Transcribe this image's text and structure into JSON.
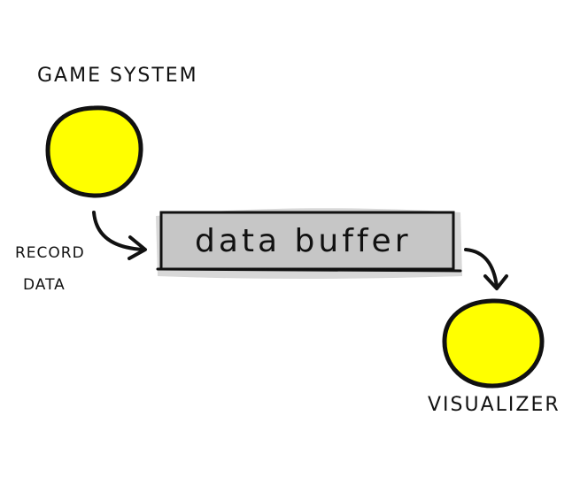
{
  "nodes": {
    "game_system": {
      "label": "GAME SYSTEM"
    },
    "data_buffer": {
      "label": "data buffer"
    },
    "visualizer": {
      "label": "VISUALIZER"
    }
  },
  "edges": {
    "record_data": {
      "label_line1": "RECORD",
      "label_line2": "DATA"
    }
  },
  "colors": {
    "node_fill": "#ffff00",
    "buffer_fill": "#c6c6c6",
    "buffer_shadow": "#d8d8d8",
    "ink": "#111111",
    "background": "#ffffff"
  }
}
